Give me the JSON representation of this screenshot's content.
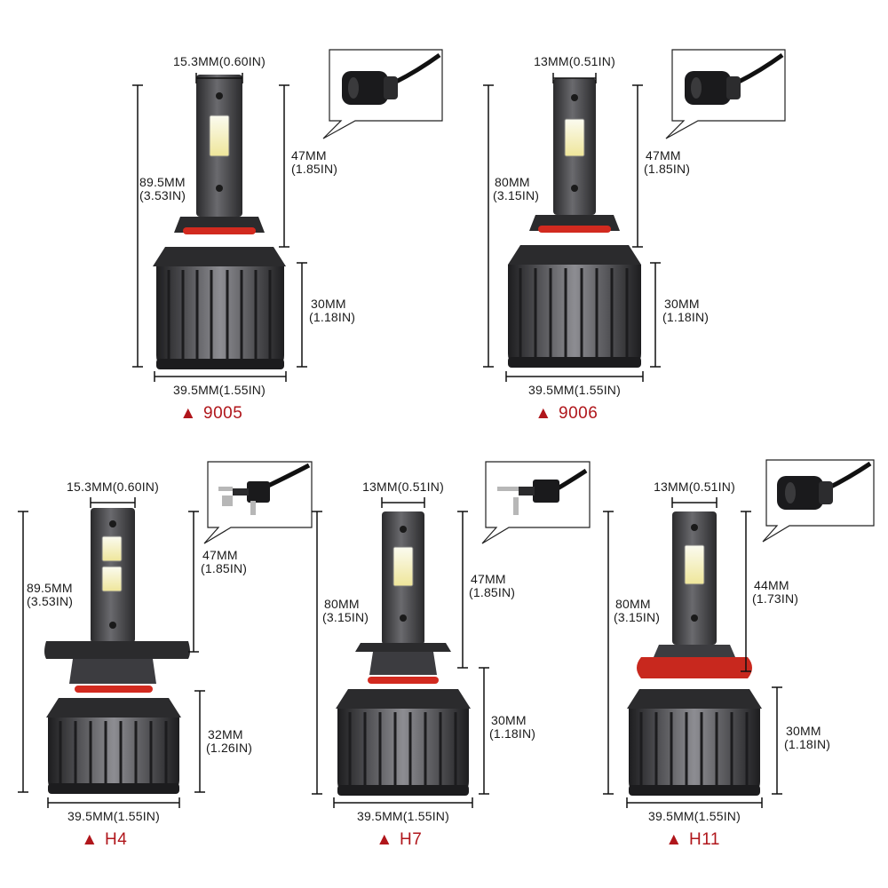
{
  "colors": {
    "line": "#111111",
    "label_red": "#b0161b",
    "body_dark": "#2b2b2d",
    "body_mid": "#5a5a5e",
    "fin_light": "#8a8a8e",
    "ring_red": "#d22a1f",
    "chip_yellow": "#f3ecb2",
    "chip_white": "#fbfbf0",
    "callout_bg": "#ffffff"
  },
  "bulbs": [
    {
      "id": "9005",
      "model": "9005",
      "marker": "▲",
      "top_width": "15.3MM(0.60IN)",
      "total_height": [
        "89.5MM",
        "(3.53IN)"
      ],
      "upper_height": [
        "47MM",
        "(1.85IN)"
      ],
      "lower_height": [
        "30MM",
        "(1.18IN)"
      ],
      "base_width": "39.5MM(1.55IN)",
      "connector_icon": "hb-plug-icon"
    },
    {
      "id": "9006",
      "model": "9006",
      "marker": "▲",
      "top_width": "13MM(0.51IN)",
      "total_height": [
        "80MM",
        "(3.15IN)"
      ],
      "upper_height": [
        "47MM",
        "(1.85IN)"
      ],
      "lower_height": [
        "30MM",
        "(1.18IN)"
      ],
      "base_width": "39.5MM(1.55IN)",
      "connector_icon": "hb-plug-icon"
    },
    {
      "id": "H4",
      "model": "H4",
      "marker": "▲",
      "top_width": "15.3MM(0.60IN)",
      "total_height": [
        "89.5MM",
        "(3.53IN)"
      ],
      "upper_height": [
        "47MM",
        "(1.85IN)"
      ],
      "lower_height": [
        "32MM",
        "(1.26IN)"
      ],
      "base_width": "39.5MM(1.55IN)",
      "connector_icon": "pin-plug-icon"
    },
    {
      "id": "H7",
      "model": "H7",
      "marker": "▲",
      "top_width": "13MM(0.51IN)",
      "total_height": [
        "80MM",
        "(3.15IN)"
      ],
      "upper_height": [
        "47MM",
        "(1.85IN)"
      ],
      "lower_height": [
        "30MM",
        "(1.18IN)"
      ],
      "base_width": "39.5MM(1.55IN)",
      "connector_icon": "pin-plug-icon"
    },
    {
      "id": "H11",
      "model": "H11",
      "marker": "▲",
      "top_width": "13MM(0.51IN)",
      "total_height": [
        "80MM",
        "(3.15IN)"
      ],
      "upper_height": [
        "44MM",
        "(1.73IN)"
      ],
      "lower_height": [
        "30MM",
        "(1.18IN)"
      ],
      "base_width": "39.5MM(1.55IN)",
      "connector_icon": "hb-plug-icon"
    }
  ]
}
